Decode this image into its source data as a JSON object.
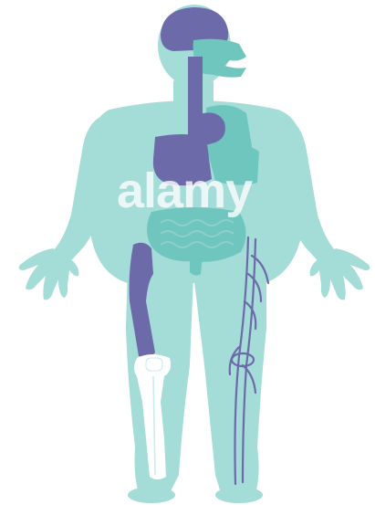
{
  "image": {
    "description_alt": "",
    "watermark_text": "alamy"
  },
  "palette": {
    "body": "#a4dcd8",
    "body_shadow": "#8fcfca",
    "organ_teal": "#6ec6be",
    "organ_purple": "#6c6aa9",
    "bone_white": "#ffffff",
    "vessel": "#6c6aa9"
  },
  "systems": [
    {
      "name": "nervous-system",
      "icon": "brain-icon"
    },
    {
      "name": "respiratory-system",
      "icon": "lungs-icon"
    },
    {
      "name": "digestive-system",
      "icon": "stomach-icon"
    },
    {
      "name": "skeletal-system",
      "icon": "bone-icon"
    },
    {
      "name": "circulatory-system",
      "icon": "vein-icon"
    }
  ]
}
